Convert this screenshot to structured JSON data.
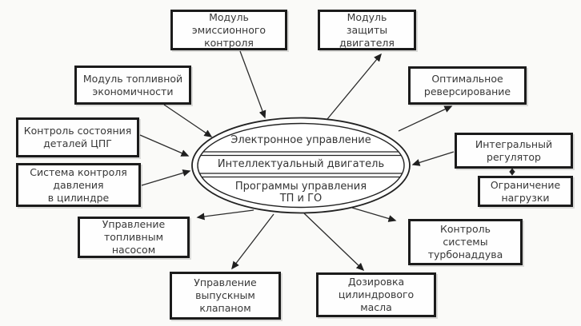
{
  "diagram": {
    "center": {
      "line1": "Электронное управление",
      "line2": "Интеллектуальный двигатель",
      "line3": "Программы управления",
      "line4": "ТП и ГО"
    },
    "nodes": [
      {
        "id": "emission-control-module",
        "label": "Модуль\nэмиссионного\nконтроля"
      },
      {
        "id": "engine-protection-module",
        "label": "Модуль\nзащиты\nдвигателя"
      },
      {
        "id": "fuel-economy-module",
        "label": "Модуль топливной\nэкономичности"
      },
      {
        "id": "optimal-reversing",
        "label": "Оптимальное\nреверсирование"
      },
      {
        "id": "cpg-parts-condition",
        "label": "Контроль состояния\nдеталей ЦПГ"
      },
      {
        "id": "cylinder-pressure-system",
        "label": "Система контроля\nдавления\nв цилиндре"
      },
      {
        "id": "integral-regulator",
        "label": "Интегральный\nрегулятор"
      },
      {
        "id": "load-limit",
        "label": "Ограничение\nнагрузки"
      },
      {
        "id": "fuel-pump-control",
        "label": "Управление\nтопливным\nнасосом"
      },
      {
        "id": "turbo-system-control",
        "label": "Контроль\nсистемы\nтурбонаддува"
      },
      {
        "id": "exhaust-valve-control",
        "label": "Управление\nвыпускным\nклапаном"
      },
      {
        "id": "cylinder-oil-dosing",
        "label": "Дозировка\nцилиндрового\nмасла"
      }
    ],
    "edges": [
      {
        "from": "emission-control-module",
        "to": "center"
      },
      {
        "from": "fuel-economy-module",
        "to": "center"
      },
      {
        "from": "cpg-parts-condition",
        "to": "center"
      },
      {
        "from": "cylinder-pressure-system",
        "to": "center"
      },
      {
        "from": "integral-regulator",
        "to": "center"
      },
      {
        "from": "center",
        "to": "engine-protection-module"
      },
      {
        "from": "center",
        "to": "optimal-reversing"
      },
      {
        "from": "center",
        "to": "fuel-pump-control"
      },
      {
        "from": "center",
        "to": "exhaust-valve-control"
      },
      {
        "from": "center",
        "to": "cylinder-oil-dosing"
      },
      {
        "from": "center",
        "to": "turbo-system-control"
      },
      {
        "from": "integral-regulator",
        "to": "load-limit",
        "bidirectional": true
      }
    ],
    "colors": {
      "background": "#fafaf8",
      "node_border": "#1b1b1b",
      "node_background": "#fefefe",
      "text": "#383838",
      "connector": "#2b2b2b"
    }
  }
}
